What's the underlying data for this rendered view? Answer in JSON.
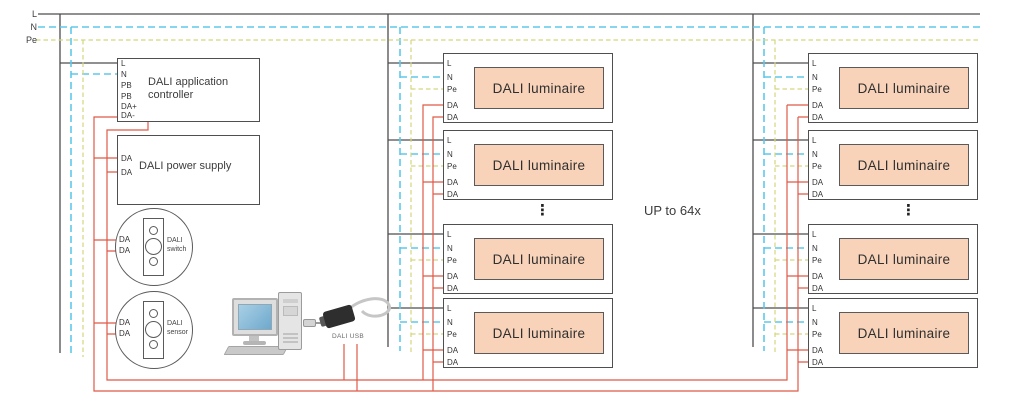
{
  "colors": {
    "line_l": "#4d4d4d",
    "line_n": "#5ec8ea",
    "line_pe": "#d4d77c",
    "line_da": "#e05948",
    "luminaire_fill": "#f8d3b9"
  },
  "mains": {
    "l": "L",
    "n": "N",
    "pe": "Pe"
  },
  "controller": {
    "title": "DALI application controller",
    "terminals": [
      "L",
      "N",
      "PB",
      "PB",
      "DA+",
      "DA-"
    ]
  },
  "power_supply": {
    "title": "DALI power supply",
    "terminals": [
      "DA",
      "DA"
    ]
  },
  "dali_switch": {
    "line1": "DALI",
    "line2": "switch",
    "terminals": [
      "DA",
      "DA"
    ]
  },
  "dali_sensor": {
    "line1": "DALI",
    "line2": "sensor",
    "terminals": [
      "DA",
      "DA"
    ]
  },
  "usb": {
    "label": "DALI USB"
  },
  "luminaire": {
    "title": "DALI luminaire",
    "terminals": [
      "L",
      "N",
      "Pe",
      "DA",
      "DA"
    ]
  },
  "note": {
    "up_to": "UP to 64x"
  },
  "dots": {
    "char": "⋮"
  }
}
